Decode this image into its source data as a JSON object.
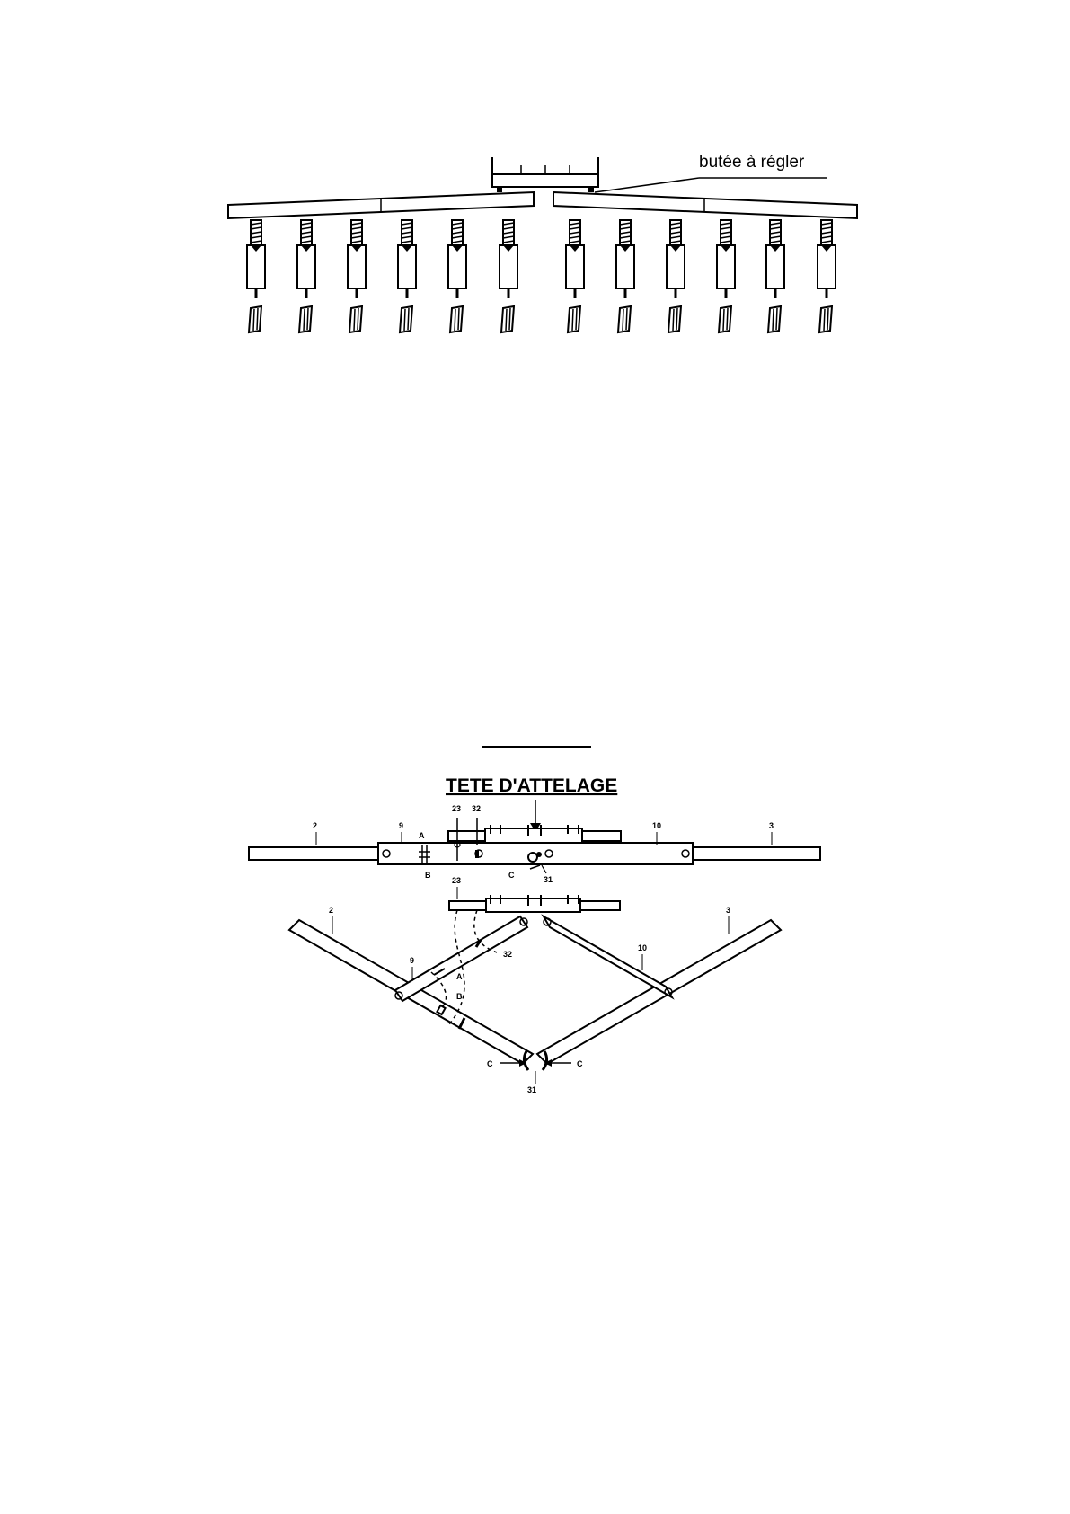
{
  "figure1": {
    "callout": "butée à régler"
  },
  "figure2": {
    "title": "TETE D'ATTELAGE",
    "folded_labels": {
      "p2": "2",
      "p9": "9",
      "pA": "A",
      "pB": "B",
      "p23": "23",
      "p32": "32",
      "p10": "10",
      "p3": "3",
      "pC": "C",
      "p31": "31"
    },
    "unfolded_labels": {
      "p2": "2",
      "p9": "9",
      "pA": "A",
      "pB": "B",
      "p23": "23",
      "p32": "32",
      "p10": "10",
      "p3": "3",
      "pCleft": "C",
      "pCright": "C",
      "p31": "31"
    }
  }
}
